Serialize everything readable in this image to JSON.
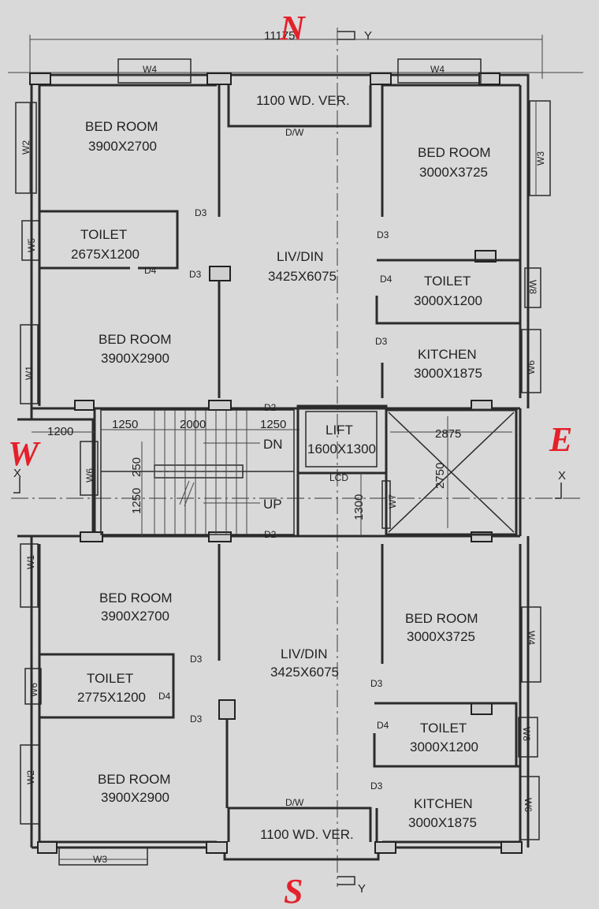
{
  "compass": {
    "north": "N",
    "south": "S",
    "east": "E",
    "west": "W"
  },
  "overall_dimension": "11175",
  "section_marks": {
    "y": "Y",
    "x": "X"
  },
  "windows": {
    "w4_top_left": "W4",
    "w4_top_right": "W4",
    "w2_left_top": "W2",
    "w3_right_top": "W3",
    "w5_left_top": "W5",
    "w1_left_mid": "W1",
    "w8_right_top": "W8",
    "w6_right_mid": "W6",
    "w6_stair": "W6",
    "w7_lift": "W7",
    "w1_left_lower": "W1",
    "w4_right_lower": "W4",
    "w6_left_lower": "W6",
    "w8_right_lower": "W8",
    "w2_left_bottom": "W2",
    "w6_right_bottom": "W6",
    "w3_bottom": "W3"
  },
  "north_flat": {
    "veranda": {
      "name": "1100 WD. VER.",
      "door": "D/W"
    },
    "bed_nw": {
      "name": "BED ROOM",
      "size": "3900X2700"
    },
    "toilet_w": {
      "name": "TOILET",
      "size": "2675X1200",
      "door": "D4"
    },
    "bed_w": {
      "name": "BED ROOM",
      "size": "3900X2900"
    },
    "liv_din": {
      "name": "LIV/DIN",
      "size": "3425X6075"
    },
    "bed_ne": {
      "name": "BED ROOM",
      "size": "3000X3725"
    },
    "toilet_e": {
      "name": "TOILET",
      "size": "3000X1200",
      "door": "D4"
    },
    "kitchen": {
      "name": "KITCHEN",
      "size": "3000X1875"
    },
    "doors": {
      "d3_a": "D3",
      "d3_b": "D3",
      "d3_c": "D3",
      "d3_d": "D3"
    }
  },
  "core": {
    "dims": {
      "d1200": "1200",
      "d1250_a": "1250",
      "d2000": "2000",
      "d1250_b": "1250",
      "d250": "250",
      "d1250_c": "1250",
      "d1300": "1300",
      "d2875": "2875",
      "d2750": "2750"
    },
    "dn": "DN",
    "up": "UP",
    "lift": {
      "name": "LIFT",
      "size": "1600X1300"
    },
    "lcd": "LCD",
    "d2_top": "D2",
    "d2_bottom": "D2"
  },
  "south_flat": {
    "bed_sw": {
      "name": "BED ROOM",
      "size": "3900X2700"
    },
    "toilet_w": {
      "name": "TOILET",
      "size": "2775X1200",
      "door": "D4"
    },
    "bed_w2": {
      "name": "BED ROOM",
      "size": "3900X2900"
    },
    "liv_din": {
      "name": "LIV/DIN",
      "size": "3425X6075"
    },
    "bed_se": {
      "name": "BED ROOM",
      "size": "3000X3725"
    },
    "toilet_e": {
      "name": "TOILET",
      "size": "3000X1200",
      "door": "D4"
    },
    "kitchen": {
      "name": "KITCHEN",
      "size": "3000X1875"
    },
    "veranda": {
      "name": "1100 WD. VER.",
      "door": "D/W"
    },
    "doors": {
      "d3_a": "D3",
      "d3_b": "D3",
      "d3_c": "D3",
      "d3_d": "D3"
    }
  }
}
